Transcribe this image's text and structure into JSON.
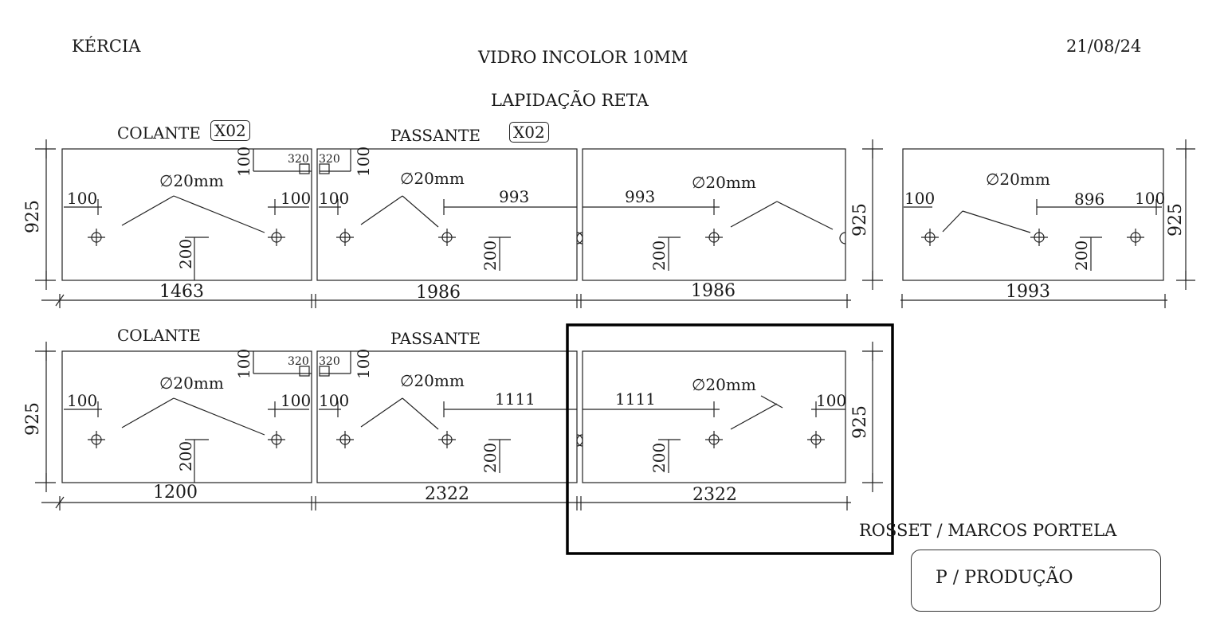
{
  "header": {
    "client": "KÉRCIA",
    "material": "VIDRO INCOLOR 10MM",
    "finish": "LAPIDAÇÃO RETA",
    "date": "21/08/24"
  },
  "rows": [
    {
      "colante_label": "COLANTE",
      "colante_qty": "X02",
      "passante_label": "PASSANTE",
      "passante_qty": "X02"
    },
    {
      "colante_label": "COLANTE",
      "passante_label": "PASSANTE"
    }
  ],
  "panels": [
    {
      "height": "925",
      "width": "1463",
      "hole": "∅20mm",
      "dims": [
        "100",
        "100",
        "200",
        "100",
        "320"
      ]
    },
    {
      "width": "1986",
      "hole": "∅20mm",
      "dims": [
        "320",
        "100",
        "100",
        "993",
        "200"
      ]
    },
    {
      "width": "1986",
      "hole": "∅20mm",
      "dims": [
        "993",
        "200"
      ],
      "height": "925"
    },
    {
      "width": "1993",
      "hole": "∅20mm",
      "dims": [
        "100",
        "896",
        "100",
        "200"
      ],
      "height": "925"
    },
    {
      "height": "925",
      "width": "1200",
      "hole": "∅20mm",
      "dims": [
        "100",
        "100",
        "200",
        "100",
        "320"
      ]
    },
    {
      "width": "2322",
      "hole": "∅20mm",
      "dims": [
        "320",
        "100",
        "100",
        "1111",
        "200"
      ]
    },
    {
      "width": "2322",
      "hole": "∅20mm",
      "dims": [
        "1111",
        "100",
        "200"
      ],
      "height": "925"
    }
  ],
  "footer": {
    "client_ref": "ROSSET / MARCOS PORTELA",
    "stamp": "P / PRODUÇÃO"
  }
}
